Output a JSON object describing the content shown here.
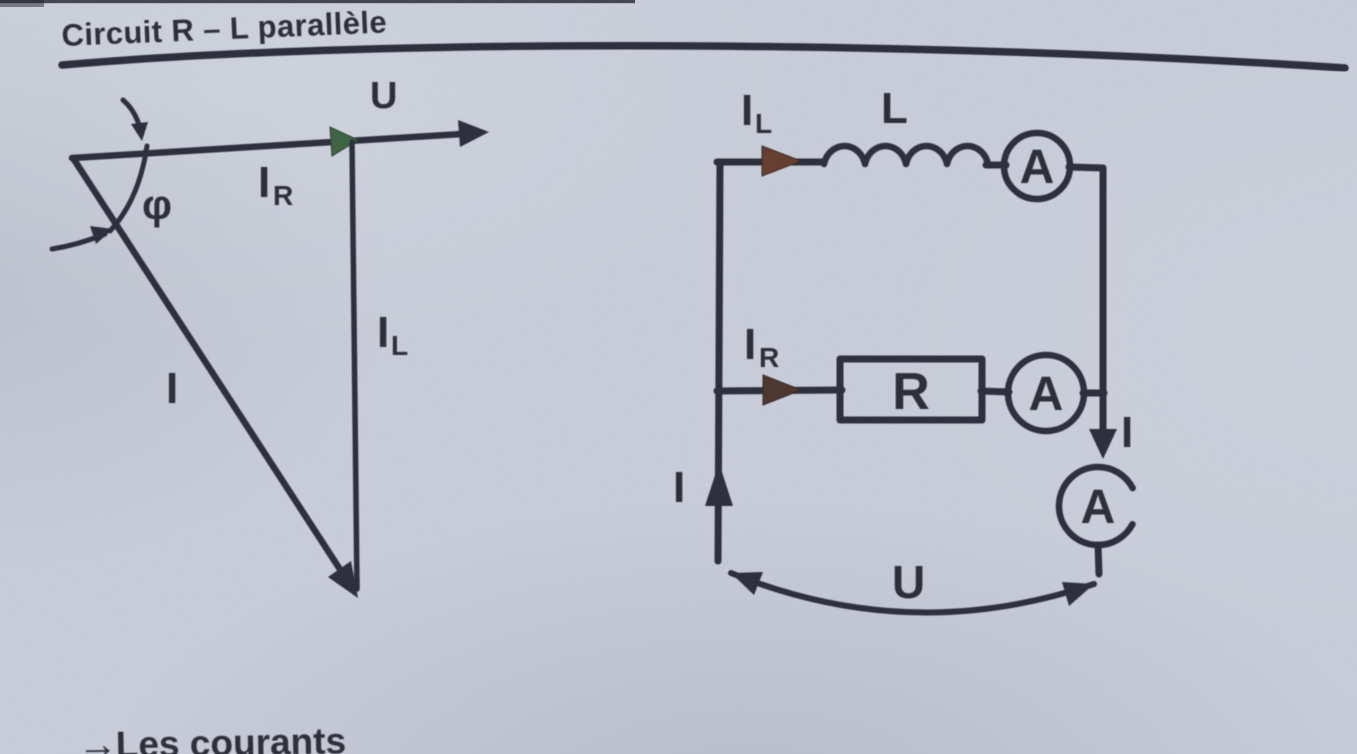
{
  "page": {
    "title": "Circuit R – L parallèle",
    "footer": {
      "arrow": "→",
      "text": "Les courants"
    }
  },
  "colors": {
    "ink": "#1c1e29",
    "paper": "#ccd1dd",
    "green_arrow": "#2e5a33",
    "brown_arrow": "#5d2d1b",
    "dark_brown_arrow": "#40271a"
  },
  "phasor": {
    "u_label": "U",
    "ir_label_main": "I",
    "ir_label_sub": "R",
    "il_label_main": "I",
    "il_label_sub": "L",
    "i_label": "I",
    "phi_label": "φ"
  },
  "circuit": {
    "il_label_main": "I",
    "il_label_sub": "L",
    "inductor_label": "L",
    "ir_label_main": "I",
    "ir_label_sub": "R",
    "resistor_label": "R",
    "ammeters": [
      "A",
      "A",
      "A"
    ],
    "current_in_label": "I",
    "current_out_label": "I",
    "voltage_label": "U"
  }
}
